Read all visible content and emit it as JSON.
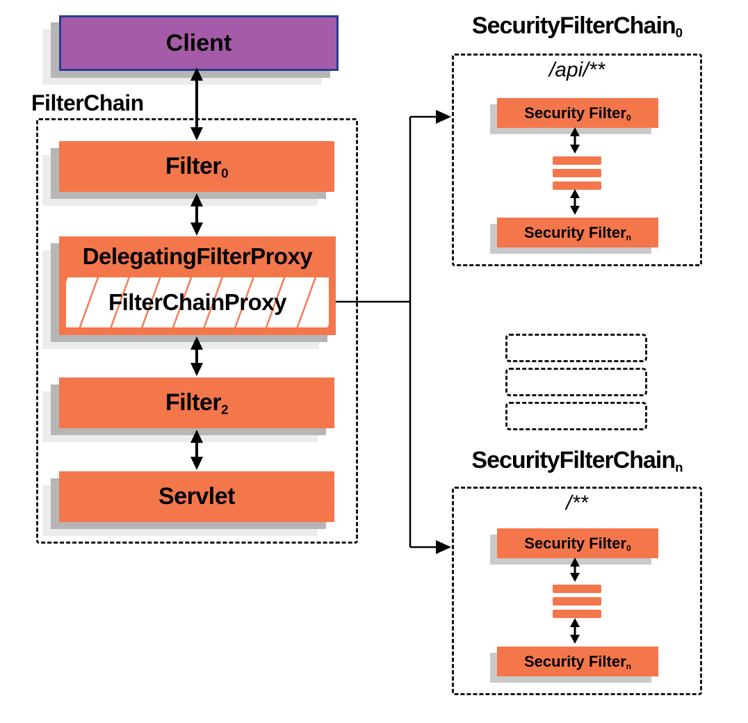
{
  "client": {
    "label": "Client"
  },
  "filter_chain": {
    "title": "FilterChain",
    "filter0": {
      "base": "Filter",
      "sub": "0"
    },
    "delegating_filter_proxy": "DelegatingFilterProxy",
    "filter_chain_proxy": "FilterChainProxy",
    "filter2": {
      "base": "Filter",
      "sub": "2"
    },
    "servlet": "Servlet"
  },
  "security_filter_chain_0": {
    "title": {
      "base": "SecurityFilterChain",
      "sub": "0"
    },
    "url_pattern": "/api/**",
    "first_filter": {
      "base": "Security Filter",
      "sub": "0"
    },
    "last_filter": {
      "base": "Security Filter",
      "sub": "n"
    }
  },
  "security_filter_chain_n": {
    "title": {
      "base": "SecurityFilterChain",
      "sub": "n"
    },
    "url_pattern": "/**",
    "first_filter": {
      "base": "Security Filter",
      "sub": "0"
    },
    "last_filter": {
      "base": "Security Filter",
      "sub": "n"
    }
  },
  "colors": {
    "accent_orange": "#F4764B",
    "client_purple": "#A55CA8",
    "client_border": "#2B3A90",
    "line_black": "#000000",
    "shadow_gray": "#B6B6B6"
  }
}
